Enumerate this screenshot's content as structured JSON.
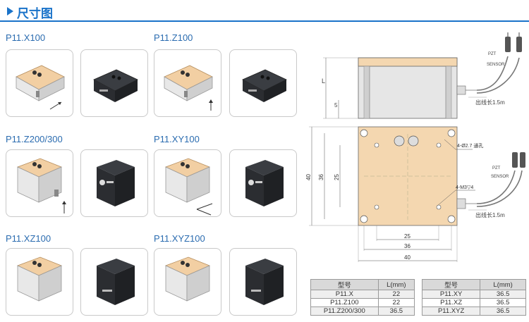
{
  "header": {
    "title": "尺寸图"
  },
  "models": [
    {
      "name": "P11.X100"
    },
    {
      "name": "P11.Z100"
    },
    {
      "name": "P11.Z200/300"
    },
    {
      "name": "P11.XY100"
    },
    {
      "name": "P11.XZ100"
    },
    {
      "name": "P11.XYZ100"
    }
  ],
  "drawing": {
    "top_view": {
      "dim_L": "L",
      "dim_5": "5",
      "cable_label": "出线长1.5m",
      "pzt": "PZT",
      "sensor": "SENSOR"
    },
    "plan_view": {
      "hole_top": "4-Ø2.7 通孔",
      "hole_mid": "4-M3▽4",
      "dim_40_left": "40",
      "dim_36_left": "36",
      "dim_25_left": "25",
      "dim_25_bottom": "25",
      "dim_36_bottom": "36",
      "dim_40_bottom": "40",
      "cable_label": "出线长1.5m",
      "pzt": "PZT",
      "sensor": "SENSOR"
    }
  },
  "table_left": {
    "headers": [
      "型号",
      "L(mm)"
    ],
    "rows": [
      [
        "P11.X",
        "22"
      ],
      [
        "P11.Z100",
        "22"
      ],
      [
        "P11.Z200/300",
        "36.5"
      ]
    ]
  },
  "table_right": {
    "headers": [
      "型号",
      "L(mm)"
    ],
    "rows": [
      [
        "P11.XY",
        "36.5"
      ],
      [
        "P11.XZ",
        "36.5"
      ],
      [
        "P11.XYZ",
        "36.5"
      ]
    ]
  },
  "colors": {
    "accent": "#1a73c9",
    "stage_top": "#f4d7b0",
    "stage_body": "#d9d9d9"
  }
}
